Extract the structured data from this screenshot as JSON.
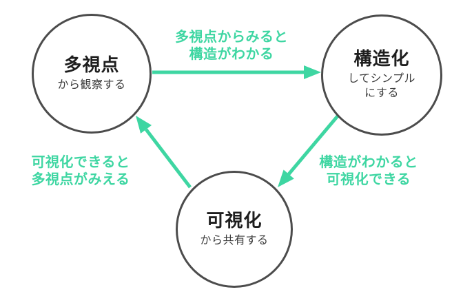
{
  "diagram": {
    "colors": {
      "accent": "#3ed6a2",
      "circle_border": "#4c4c4c",
      "title": "#1e1e1e",
      "subtitle": "#3c3c3c",
      "background": "#ffffff"
    },
    "nodes": [
      {
        "id": "multi-viewpoint",
        "title": "多視点",
        "subtitle": "から観察する"
      },
      {
        "id": "structuring",
        "title": "構造化",
        "subtitle": "してシンプル\nにする"
      },
      {
        "id": "visualization",
        "title": "可視化",
        "subtitle": "から共有する"
      }
    ],
    "edges": [
      {
        "id": "multi-to-struct",
        "from": "多視点",
        "to": "構造化",
        "label": "多視点からみると\n構造がわかる"
      },
      {
        "id": "struct-to-visual",
        "from": "構造化",
        "to": "可視化",
        "label": "構造がわかると\n可視化できる"
      },
      {
        "id": "visual-to-multi",
        "from": "可視化",
        "to": "多視点",
        "label": "可視化できると\n多視点がみえる"
      }
    ]
  }
}
